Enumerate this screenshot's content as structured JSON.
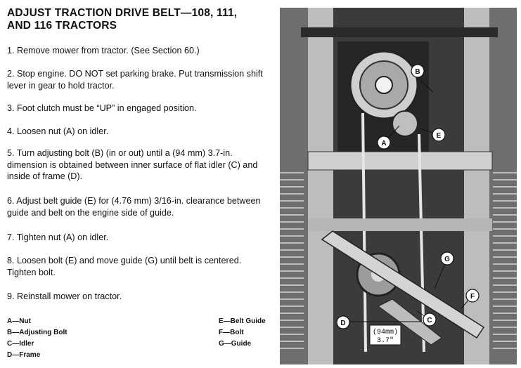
{
  "title": {
    "line1": "ADJUST TRACTION DRIVE BELT—108, 111,",
    "line2": "AND 116 TRACTORS"
  },
  "steps": [
    {
      "text": "1. Remove mower from tractor. (See Section 60.)"
    },
    {
      "text": "2. Stop engine. DO NOT set parking brake. Put transmission shift lever in gear to hold tractor."
    },
    {
      "text": "3. Foot clutch must be “UP” in engaged position."
    },
    {
      "text": "4. Loosen nut (A) on idler."
    },
    {
      "text": "5. Turn adjusting bolt (B) (in or out) until a (94 mm) 3.7-in. dimension is obtained between inner surface of flat idler (C) and inside of frame (D)."
    },
    {
      "text": "6. Adjust belt guide (E) for (4.76 mm) 3/16-in. clearance between guide and belt on the engine side of guide."
    },
    {
      "text": "7. Tighten nut (A) on idler."
    },
    {
      "text": "8. Loosen bolt (E) and move guide (G) until belt is centered. Tighten bolt."
    },
    {
      "text": "9. Reinstall mower on tractor."
    }
  ],
  "legend": {
    "left": [
      {
        "key": "A",
        "desc": "Nut"
      },
      {
        "key": "B",
        "desc": "Adjusting Bolt"
      },
      {
        "key": "C",
        "desc": "Idler"
      },
      {
        "key": "D",
        "desc": "Frame"
      }
    ],
    "right": [
      {
        "key": "E",
        "desc": "Belt Guide"
      },
      {
        "key": "F",
        "desc": "Bolt"
      },
      {
        "key": "G",
        "desc": "Guide"
      }
    ],
    "separator": "—"
  },
  "photo": {
    "callouts": [
      "B",
      "E",
      "A",
      "G",
      "F",
      "D",
      "C"
    ],
    "dimension": {
      "metric": "(94mm)",
      "imperial": "3.7\""
    }
  }
}
